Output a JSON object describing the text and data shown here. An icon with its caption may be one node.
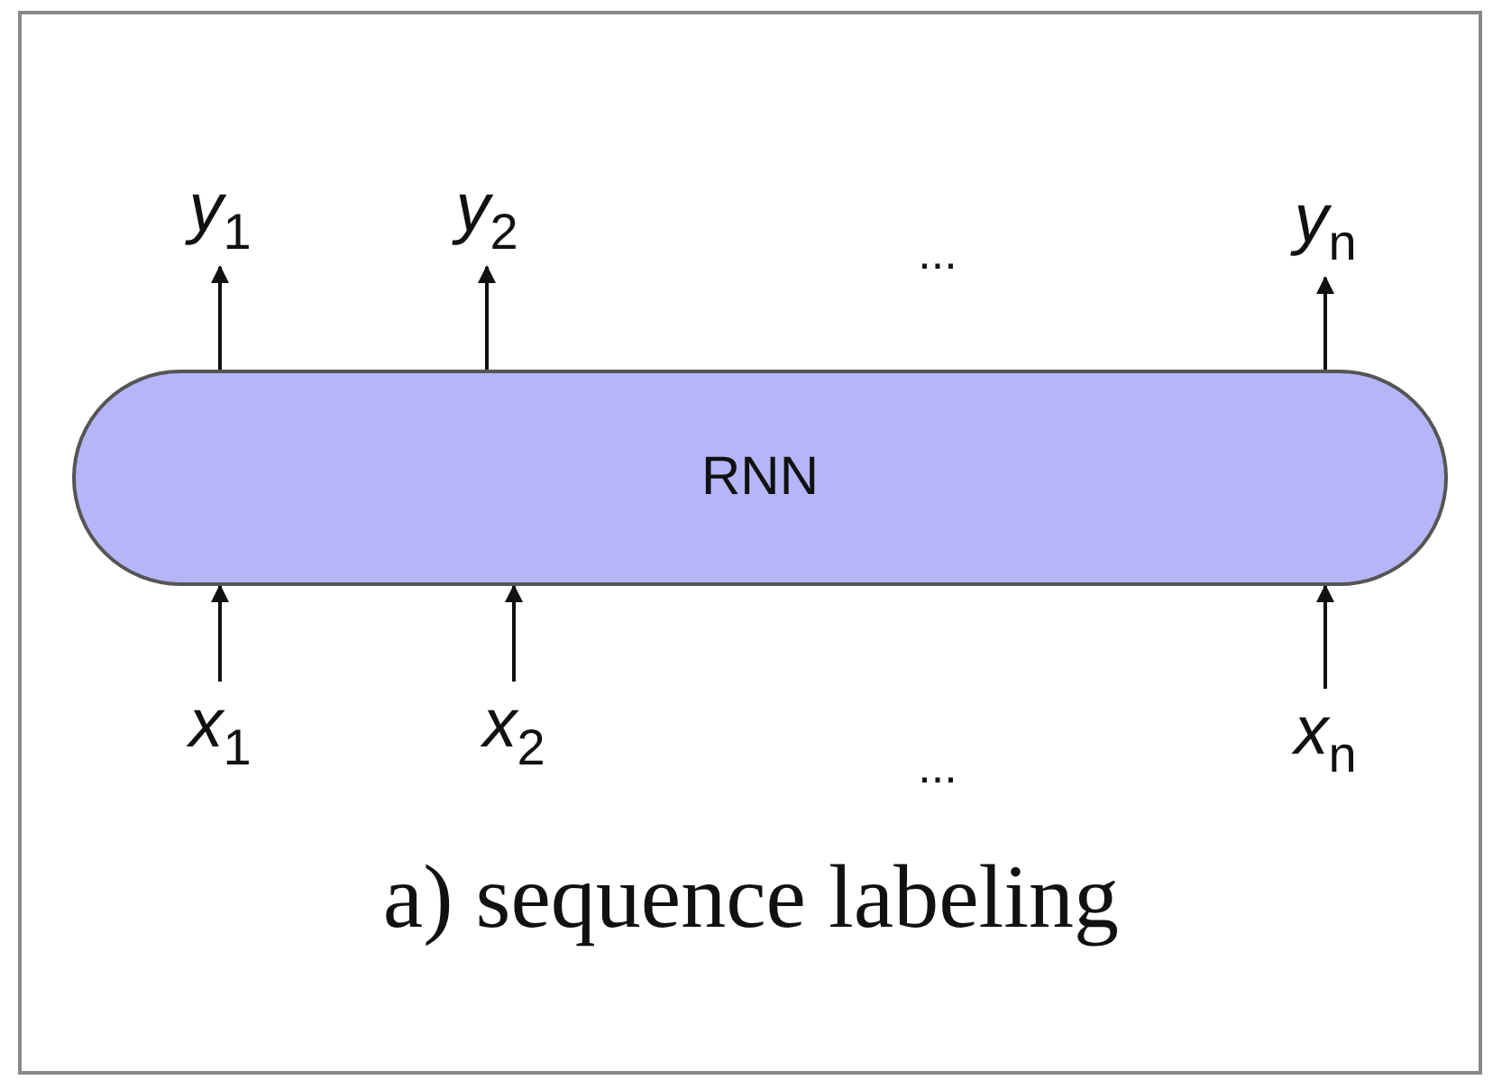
{
  "diagram": {
    "caption": "a) sequence labeling",
    "nodes": [
      {
        "text": [
          "RNN"
        ]
      },
      {
        "text": [
          "*y*$_{1}$"
        ]
      },
      {
        "text": [
          "*y*$_{2}$"
        ]
      },
      {
        "text": [
          "*y*$_{n}$"
        ]
      },
      {
        "text": [
          "*x*$_{1}$"
        ]
      },
      {
        "text": [
          "*x*$_{2}$"
        ]
      },
      {
        "text": [
          "*x*$_{n}$"
        ]
      }
    ],
    "edges": [
      {
        "from": 4,
        "to": 0,
        "arrow": "to"
      },
      {
        "from": 5,
        "to": 0,
        "arrow": "to"
      },
      {
        "from": 6,
        "to": 0,
        "arrow": "to"
      },
      {
        "from": 0,
        "to": 1,
        "arrow": "to"
      },
      {
        "from": 0,
        "to": 2,
        "arrow": "to"
      },
      {
        "from": 0,
        "to": 3,
        "arrow": "to"
      }
    ],
    "labels": [
      "...",
      "..."
    ]
  }
}
